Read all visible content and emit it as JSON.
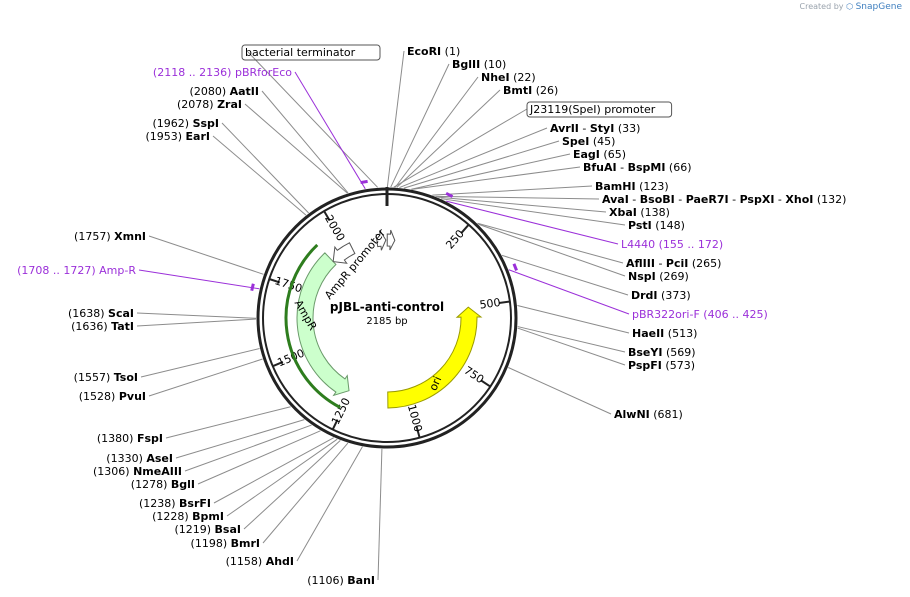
{
  "watermark": {
    "created_by": "Created by",
    "brand": "SnapGene"
  },
  "plasmid": {
    "name": "pJBL-anti-control",
    "size": "2185 bp",
    "length": 2185
  },
  "ticks": [
    {
      "label": "250",
      "pos": 250
    },
    {
      "label": "500",
      "pos": 500
    },
    {
      "label": "750",
      "pos": 750
    },
    {
      "label": "1000",
      "pos": 1000
    },
    {
      "label": "1250",
      "pos": 1250
    },
    {
      "label": "1500",
      "pos": 1500
    },
    {
      "label": "1750",
      "pos": 1750
    },
    {
      "label": "2000",
      "pos": 2000
    }
  ],
  "features": [
    {
      "name": "ori",
      "start": 500,
      "end": 1089,
      "direction": "reverse",
      "color": "#ffff00",
      "stroke": "#9a9a00"
    },
    {
      "name": "AmpR",
      "start": 1260,
      "end": 1920,
      "direction": "reverse",
      "color": "#ccffcc",
      "stroke": "#6a9a6a"
    },
    {
      "name": "AmpR promoter",
      "start": 1920,
      "end": 2024,
      "direction": "reverse",
      "color": "#ffffff",
      "stroke": "#555555"
    },
    {
      "name": "J23119(SpeI) promoter",
      "start": 1,
      "end": 35,
      "direction": "forward",
      "color": "#ffffff",
      "stroke": "#555555"
    },
    {
      "name": "bacterial terminator",
      "start": 2140,
      "end": 2180,
      "direction": "forward",
      "color": "#ffffff",
      "stroke": "#555555"
    }
  ],
  "right_labels": [
    {
      "parts": [
        {
          "t": "EcoRI",
          "b": true
        },
        {
          "t": "(1)",
          "b": false
        }
      ],
      "pos": 1
    },
    {
      "parts": [
        {
          "t": "BglII",
          "b": true
        },
        {
          "t": "(10)",
          "b": false
        }
      ],
      "pos": 10
    },
    {
      "parts": [
        {
          "t": "NheI",
          "b": true
        },
        {
          "t": "(22)",
          "b": false
        }
      ],
      "pos": 22
    },
    {
      "parts": [
        {
          "t": "BmtI",
          "b": true
        },
        {
          "t": "(26)",
          "b": false
        }
      ],
      "pos": 26
    },
    {
      "box": "J23119(SpeI) promoter",
      "pos": 18
    },
    {
      "parts": [
        {
          "t": "AvrII",
          "b": true
        },
        {
          "t": " - ",
          "b": false
        },
        {
          "t": "StyI",
          "b": true
        },
        {
          "t": "(33)",
          "b": false
        }
      ],
      "pos": 33
    },
    {
      "parts": [
        {
          "t": "SpeI",
          "b": true
        },
        {
          "t": "(45)",
          "b": false
        }
      ],
      "pos": 45
    },
    {
      "parts": [
        {
          "t": "EagI",
          "b": true
        },
        {
          "t": "(65)",
          "b": false
        }
      ],
      "pos": 65
    },
    {
      "parts": [
        {
          "t": "BfuAI",
          "b": true
        },
        {
          "t": " - ",
          "b": false
        },
        {
          "t": "BspMI",
          "b": true
        },
        {
          "t": "(66)",
          "b": false
        }
      ],
      "pos": 66
    },
    {
      "parts": [
        {
          "t": "BamHI",
          "b": true
        },
        {
          "t": "(123)",
          "b": false
        }
      ],
      "pos": 123
    },
    {
      "parts": [
        {
          "t": "AvaI",
          "b": true
        },
        {
          "t": " - ",
          "b": false
        },
        {
          "t": "BsoBI",
          "b": true
        },
        {
          "t": " - ",
          "b": false
        },
        {
          "t": "PaeR7I",
          "b": true
        },
        {
          "t": " - ",
          "b": false
        },
        {
          "t": "PspXI",
          "b": true
        },
        {
          "t": " - ",
          "b": false
        },
        {
          "t": "XhoI",
          "b": true
        },
        {
          "t": "(132)",
          "b": false
        }
      ],
      "pos": 132
    },
    {
      "parts": [
        {
          "t": "XbaI",
          "b": true
        },
        {
          "t": "(138)",
          "b": false
        }
      ],
      "pos": 138
    },
    {
      "parts": [
        {
          "t": "PstI",
          "b": true
        },
        {
          "t": "(148)",
          "b": false
        }
      ],
      "pos": 148
    },
    {
      "primer": true,
      "parts": [
        {
          "t": "L4440",
          "b": false
        },
        {
          "t": "(155 .. 172)",
          "b": false
        }
      ],
      "pos": 163
    },
    {
      "parts": [
        {
          "t": "AflIII",
          "b": true
        },
        {
          "t": " - ",
          "b": false
        },
        {
          "t": "PciI",
          "b": true
        },
        {
          "t": "(265)",
          "b": false
        }
      ],
      "pos": 265
    },
    {
      "parts": [
        {
          "t": "NspI",
          "b": true
        },
        {
          "t": "(269)",
          "b": false
        }
      ],
      "pos": 269
    },
    {
      "parts": [
        {
          "t": "DrdI",
          "b": true
        },
        {
          "t": "(373)",
          "b": false
        }
      ],
      "pos": 373
    },
    {
      "primer": true,
      "parts": [
        {
          "t": "pBR322ori-F",
          "b": false
        },
        {
          "t": "(406 .. 425)",
          "b": false
        }
      ],
      "pos": 415
    },
    {
      "parts": [
        {
          "t": "HaeII",
          "b": true
        },
        {
          "t": "(513)",
          "b": false
        }
      ],
      "pos": 513
    },
    {
      "parts": [
        {
          "t": "BseYI",
          "b": true
        },
        {
          "t": "(569)",
          "b": false
        }
      ],
      "pos": 569
    },
    {
      "parts": [
        {
          "t": "PspFI",
          "b": true
        },
        {
          "t": "(573)",
          "b": false
        }
      ],
      "pos": 573
    },
    {
      "parts": [
        {
          "t": "AlwNI",
          "b": true
        },
        {
          "t": "(681)",
          "b": false
        }
      ],
      "pos": 681
    }
  ],
  "left_labels": [
    {
      "box": "bacterial terminator",
      "pos": 2160
    },
    {
      "primer": true,
      "parts": [
        {
          "t": "(2118 .. 2136)",
          "b": false
        },
        {
          "t": "pBRforEco",
          "b": false
        }
      ],
      "pos": 2127
    },
    {
      "parts": [
        {
          "t": "(2080)",
          "b": false
        },
        {
          "t": "AatII",
          "b": true
        }
      ],
      "pos": 2080
    },
    {
      "parts": [
        {
          "t": "(2078)",
          "b": false
        },
        {
          "t": "ZraI",
          "b": true
        }
      ],
      "pos": 2078
    },
    {
      "parts": [
        {
          "t": "(1962)",
          "b": false
        },
        {
          "t": "SspI",
          "b": true
        }
      ],
      "pos": 1962
    },
    {
      "parts": [
        {
          "t": "(1953)",
          "b": false
        },
        {
          "t": "EarI",
          "b": true
        }
      ],
      "pos": 1953
    },
    {
      "parts": [
        {
          "t": "(1757)",
          "b": false
        },
        {
          "t": "XmnI",
          "b": true
        }
      ],
      "pos": 1757
    },
    {
      "primer": true,
      "parts": [
        {
          "t": "(1708 .. 1727)",
          "b": false
        },
        {
          "t": "Amp-R",
          "b": false
        }
      ],
      "pos": 1717
    },
    {
      "parts": [
        {
          "t": "(1638)",
          "b": false
        },
        {
          "t": "ScaI",
          "b": true
        }
      ],
      "pos": 1638
    },
    {
      "parts": [
        {
          "t": "(1636)",
          "b": false
        },
        {
          "t": "TatI",
          "b": true
        }
      ],
      "pos": 1636
    },
    {
      "parts": [
        {
          "t": "(1557)",
          "b": false
        },
        {
          "t": "TsoI",
          "b": true
        }
      ],
      "pos": 1557
    },
    {
      "parts": [
        {
          "t": "(1528)",
          "b": false
        },
        {
          "t": "PvuI",
          "b": true
        }
      ],
      "pos": 1528
    },
    {
      "parts": [
        {
          "t": "(1380)",
          "b": false
        },
        {
          "t": "FspI",
          "b": true
        }
      ],
      "pos": 1380
    },
    {
      "parts": [
        {
          "t": "(1330)",
          "b": false
        },
        {
          "t": "AseI",
          "b": true
        }
      ],
      "pos": 1330
    },
    {
      "parts": [
        {
          "t": "(1306)",
          "b": false
        },
        {
          "t": "NmeAIII",
          "b": true
        }
      ],
      "pos": 1306
    },
    {
      "parts": [
        {
          "t": "(1278)",
          "b": false
        },
        {
          "t": "BglI",
          "b": true
        }
      ],
      "pos": 1278
    },
    {
      "parts": [
        {
          "t": "(1238)",
          "b": false
        },
        {
          "t": "BsrFI",
          "b": true
        }
      ],
      "pos": 1238
    },
    {
      "parts": [
        {
          "t": "(1228)",
          "b": false
        },
        {
          "t": "BpmI",
          "b": true
        }
      ],
      "pos": 1228
    },
    {
      "parts": [
        {
          "t": "(1219)",
          "b": false
        },
        {
          "t": "BsaI",
          "b": true
        }
      ],
      "pos": 1219
    },
    {
      "parts": [
        {
          "t": "(1198)",
          "b": false
        },
        {
          "t": "BmrI",
          "b": true
        }
      ],
      "pos": 1198
    },
    {
      "parts": [
        {
          "t": "(1158)",
          "b": false
        },
        {
          "t": "AhdI",
          "b": true
        }
      ],
      "pos": 1158
    },
    {
      "parts": [
        {
          "t": "(1106)",
          "b": false
        },
        {
          "t": "BanI",
          "b": true
        }
      ],
      "pos": 1106
    }
  ],
  "colors": {
    "backbone": "#222222",
    "primer": "#9b30d9",
    "leader": "#8c8c8c"
  }
}
